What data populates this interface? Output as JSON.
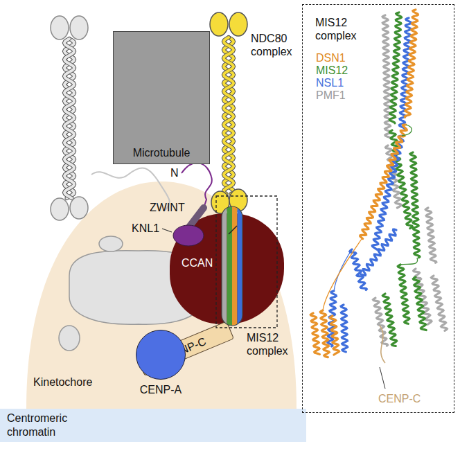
{
  "diagram": {
    "nodes": [
      {
        "text": [
          "Microtubule"
        ]
      },
      {
        "text": [
          "Kinetochore"
        ]
      },
      {
        "text": [
          "CCAN"
        ],
        "in": 1
      },
      {
        "text": [
          "CENP-C"
        ],
        "in": 1
      },
      {
        "text": [
          "CENP-A"
        ],
        "in": 1
      },
      {
        "text": [
          "Centromeric chromatin"
        ]
      },
      {
        "text": [
          "MIS12 complex"
        ]
      }
    ],
    "labels": [
      "NDC80 complex",
      "N",
      "ZWINT",
      "KNL1",
      "MIS12 complex",
      "DSN1",
      "MIS12",
      "NSL1",
      "PMF1",
      "CENP-C"
    ]
  }
}
